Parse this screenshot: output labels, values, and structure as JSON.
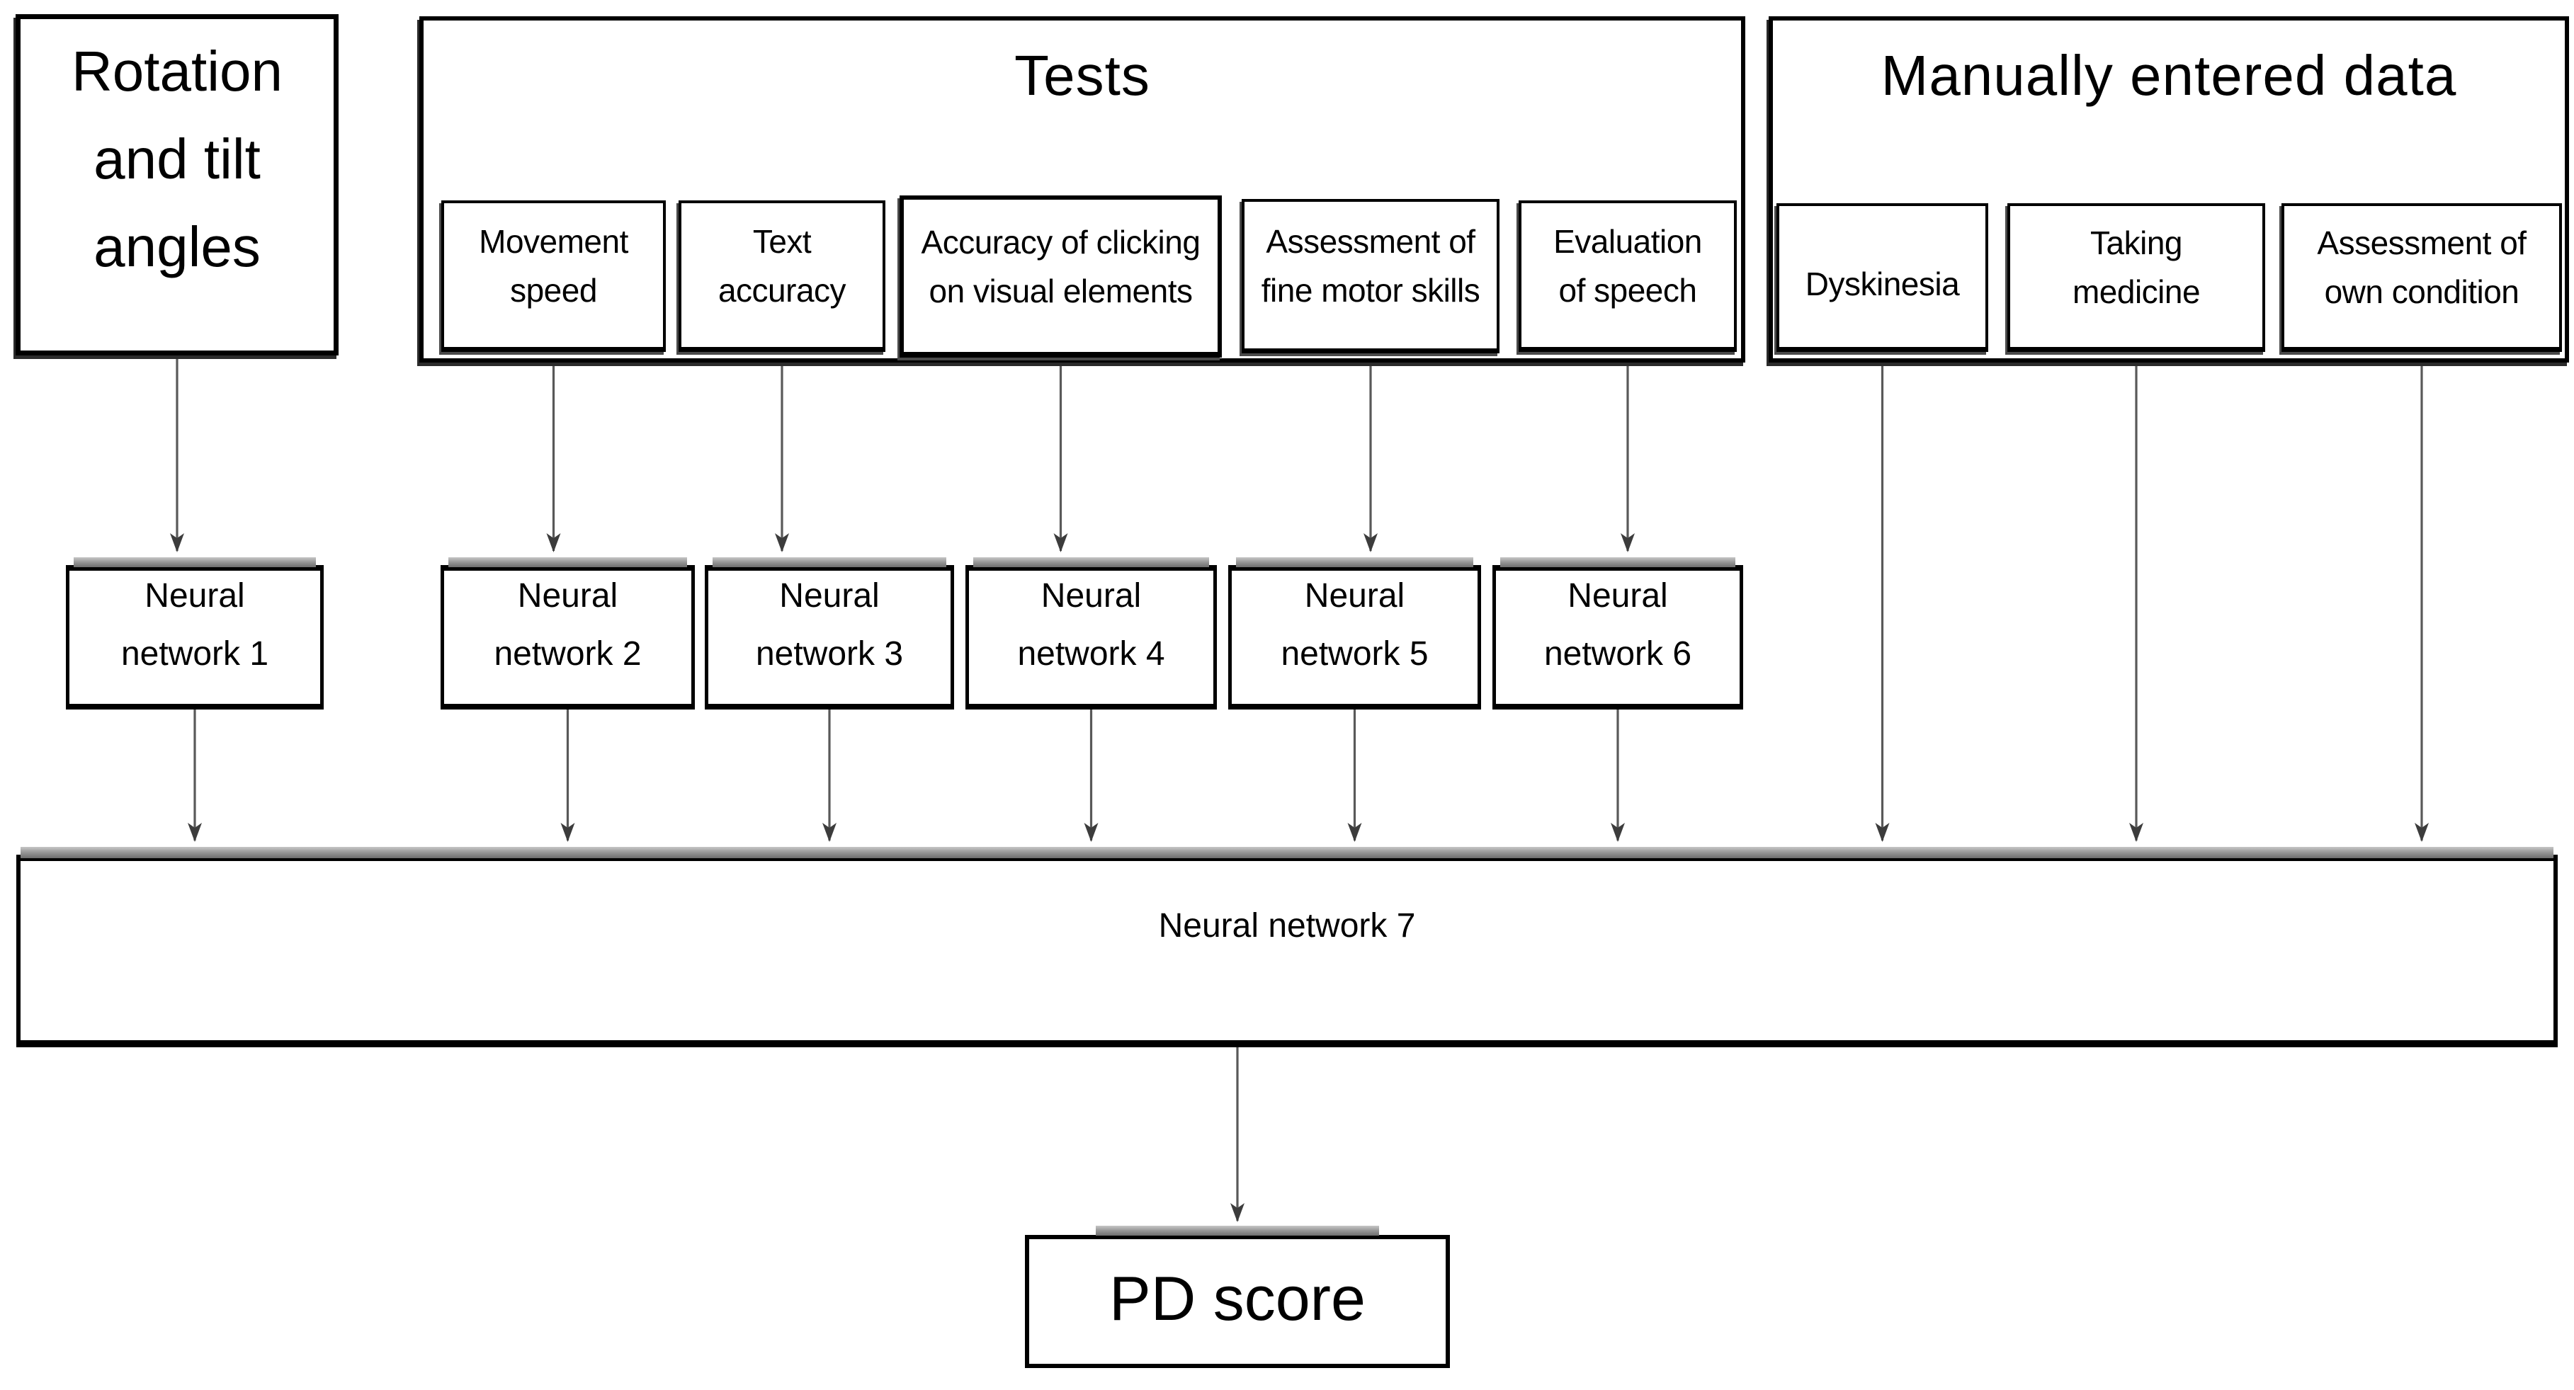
{
  "diagram": {
    "sources": {
      "rotation": {
        "label": "Rotation and tilt angles"
      },
      "tests": {
        "title": "Tests",
        "items": [
          "Movement speed",
          "Text accuracy",
          "Accuracy of clicking on visual elements",
          "Assessment of fine motor skills",
          "Evaluation of speech"
        ]
      },
      "manual": {
        "title": "Manually entered data",
        "items": [
          "Dyskinesia",
          "Taking medicine",
          "Assessment of own condition"
        ]
      }
    },
    "networks": [
      "Neural network 1",
      "Neural network 2",
      "Neural network 3",
      "Neural network 4",
      "Neural network 5",
      "Neural network 6"
    ],
    "fusion": {
      "label": "Neural network 7"
    },
    "output": {
      "label": "PD score"
    },
    "connections": [
      {
        "from": "rotation",
        "to": "nn1"
      },
      {
        "from": "test-0",
        "to": "nn2"
      },
      {
        "from": "test-1",
        "to": "nn3"
      },
      {
        "from": "test-2",
        "to": "nn4"
      },
      {
        "from": "test-3",
        "to": "nn5"
      },
      {
        "from": "test-4",
        "to": "nn6"
      },
      {
        "from": "nn1",
        "to": "nn7"
      },
      {
        "from": "nn2",
        "to": "nn7"
      },
      {
        "from": "nn3",
        "to": "nn7"
      },
      {
        "from": "nn4",
        "to": "nn7"
      },
      {
        "from": "nn5",
        "to": "nn7"
      },
      {
        "from": "nn6",
        "to": "nn7"
      },
      {
        "from": "man-0",
        "to": "nn7"
      },
      {
        "from": "man-1",
        "to": "nn7"
      },
      {
        "from": "man-2",
        "to": "nn7"
      },
      {
        "from": "nn7",
        "to": "pd",
        "align": "to"
      }
    ]
  },
  "colors": {
    "background": "#ffffff",
    "box_border": "#000000",
    "arrow": "#595959",
    "cap_light": "#c6c6c6",
    "cap_dark": "#6e6e6e"
  }
}
